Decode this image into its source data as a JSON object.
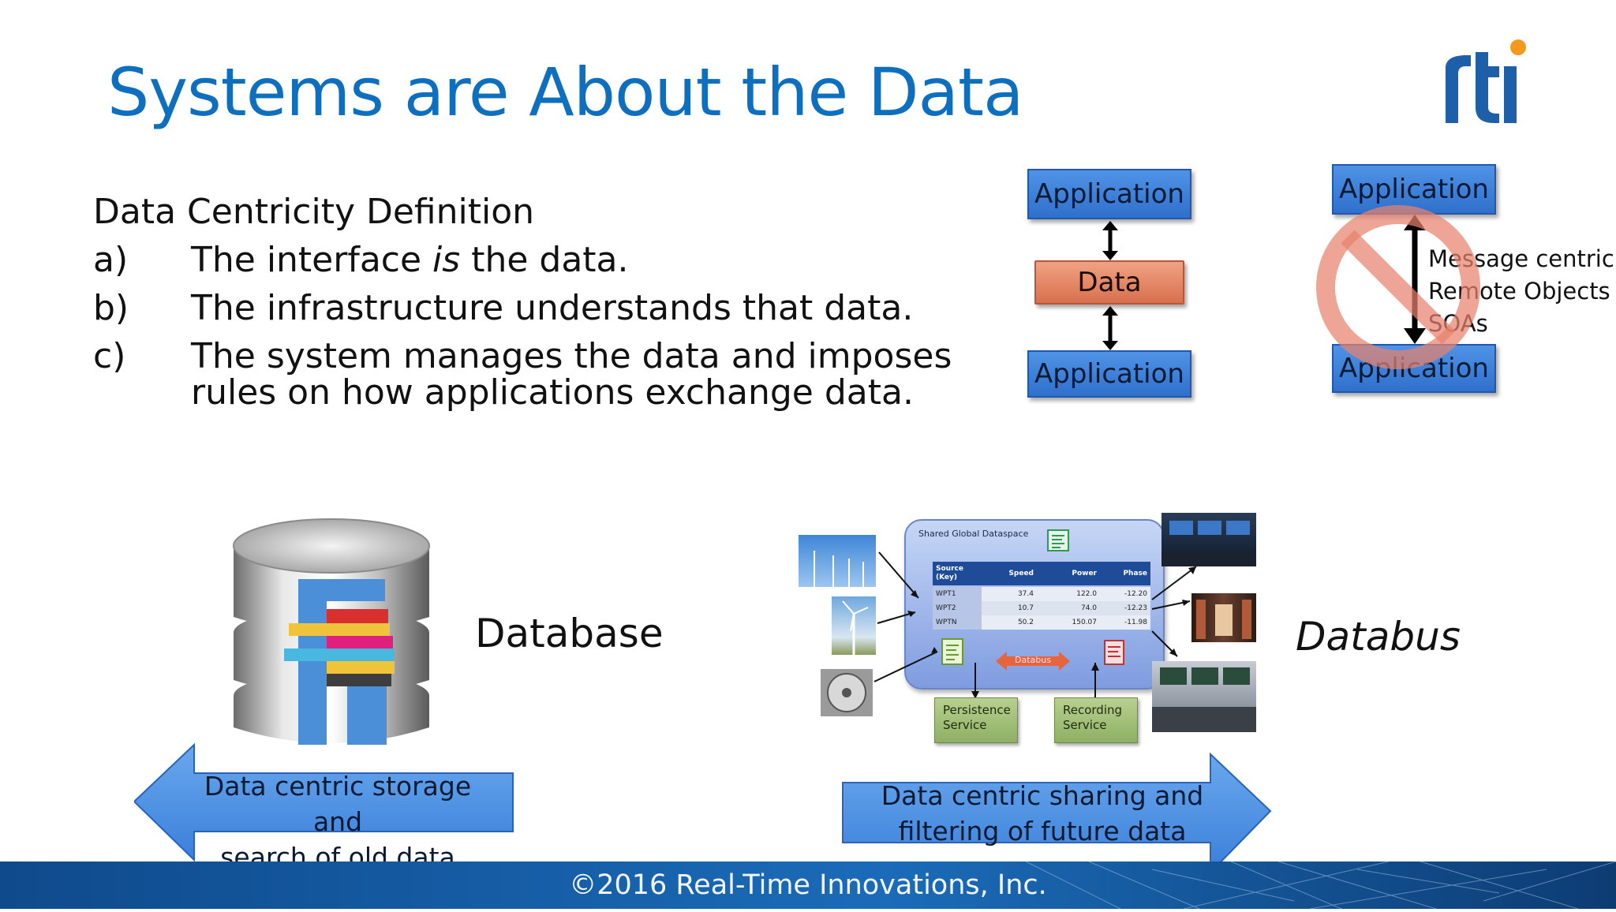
{
  "slide": {
    "title": "Systems are About the Data",
    "logo_text": "rti",
    "definition": {
      "heading": "Data Centricity Definition",
      "items": [
        {
          "label": "a)",
          "before": "The interface ",
          "em": "is",
          "after": " the data."
        },
        {
          "label": "b)",
          "text": "The infrastructure understands that data."
        },
        {
          "label": "c)",
          "text": "The system manages the data and imposes",
          "continuation": "rules on how applications exchange data."
        }
      ]
    },
    "data_centric_diagram": {
      "top": "Application",
      "middle": "Data",
      "bottom": "Application"
    },
    "message_centric_diagram": {
      "top": "Application",
      "bottom": "Application",
      "lines": [
        "Message centric",
        "Remote Objects",
        "SOAs"
      ]
    },
    "database": {
      "label": "Database",
      "arrow_text": [
        "Data centric storage and",
        "search of old data"
      ]
    },
    "databus": {
      "label": "Databus",
      "dataspace_title": "Shared Global Dataspace",
      "table": {
        "columns": [
          "Source (Key)",
          "Speed",
          "Power",
          "Phase"
        ],
        "rows": [
          [
            "WPT1",
            "37.4",
            "122.0",
            "-12.20"
          ],
          [
            "WPT2",
            "10.7",
            "74.0",
            "-12.23"
          ],
          [
            "WPTN",
            "50.2",
            "150.07",
            "-11.98"
          ]
        ]
      },
      "bus_label": "Databus",
      "services": [
        [
          "Persistence",
          "Service"
        ],
        [
          "Recording",
          "Service"
        ]
      ],
      "arrow_text": [
        "Data centric sharing and",
        "filtering of future data"
      ]
    },
    "footer": "©2016 Real-Time Innovations, Inc.",
    "colors": {
      "title": "#0f6fbf",
      "app_box": "#3a7fd9",
      "data_box": "#e0805f",
      "footer": "#1b5fa8",
      "prohibit": "#e8826e",
      "service_box": "#a6c27a"
    }
  }
}
